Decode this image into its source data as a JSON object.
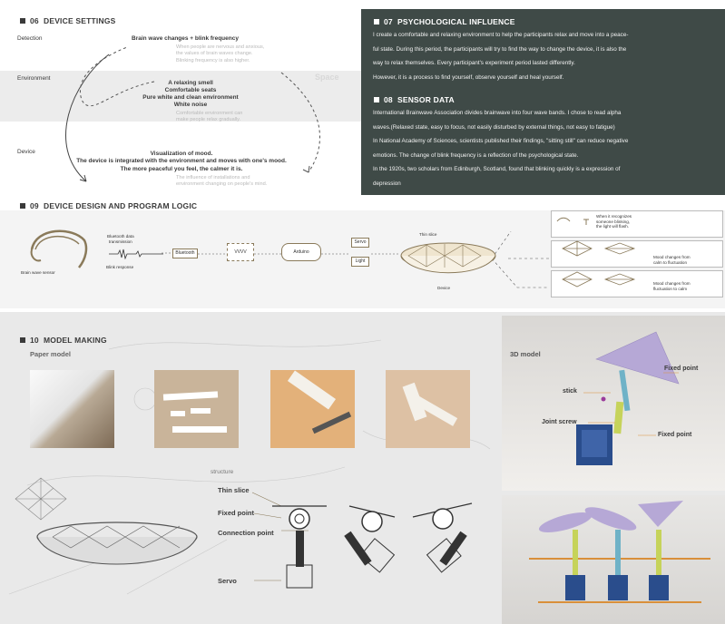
{
  "sections": {
    "s06": {
      "num": "06",
      "title": "DEVICE SETTINGS"
    },
    "s07": {
      "num": "07",
      "title": "PSYCHOLOGICAL INFLUENCE"
    },
    "s08": {
      "num": "08",
      "title": "SENSOR DATA"
    },
    "s09": {
      "num": "09",
      "title": "DEVICE DESIGN AND PROGRAM LOGIC"
    },
    "s10": {
      "num": "10",
      "title": "MODEL MAKING"
    }
  },
  "settings": {
    "row_detection": "Detection",
    "row_environment": "Environment",
    "row_device": "Device",
    "space_word": "Space",
    "detect_title": "Brain wave changes + blink frequency",
    "detect_note_1": "When people are nervous and anxious,",
    "detect_note_2": "the values of brain waves change.",
    "detect_note_3": "Blinking frequency is also higher.",
    "env_1": "A relaxing smell",
    "env_2": "Comfortable seats",
    "env_3": "Pure white and clean environment",
    "env_4": "White noise",
    "env_note_1": "Comfortable environment can",
    "env_note_2": "make people relax gradually.",
    "dev_1": "Visualization of mood.",
    "dev_2": "The device is integrated with the environment and moves with one's mood.",
    "dev_3": "The more peaceful you feel, the calmer it is.",
    "dev_note_1": "The influence of installations and",
    "dev_note_2": "environment changing on people's mind."
  },
  "psych": {
    "line1": "I create a comfortable and relaxing environment to help the participants relax and move into a peace-",
    "line2": "ful state.  During this period, the participants will try to find the way to change the device, it is also the",
    "line3": "way to relax themselves. Every participant's experiment period lasted differently.",
    "line4": "However, it is a process to find yourself, observe yourself and heal yourself."
  },
  "sensor": {
    "line1": "International Brainwave Association divides brainwave into four wave bands.  I chose to read alpha",
    "line2": "waves.(Relaxed state, easy to focus, not easily disturbed by external things, not easy to fatigue)",
    "line3": "In National Academy of Sciences, scientists published their findings, \"sitting still\" can reduce negative",
    "line4": "emotions. The change of blink frequency is  a reflection of the psychological state.",
    "line5": "In the 1920s, two scholars from Edinburgh, Scotland, found that  blinking quickly is a expression of",
    "line6": "depression"
  },
  "logic": {
    "sensor_label": "Brain wave sensor",
    "bt_data": "Bluetooth data",
    "bt_data2": "transmission",
    "blink": "Blink response",
    "bluetooth": "Bluetooth",
    "arduino": "Arduino",
    "servo": "Servo",
    "light": "Light",
    "thin_slice": "Thin slice",
    "device": "Device",
    "out1_a": "When it recognizes",
    "out1_b": "someone blinking,",
    "out1_c": "the light will flash.",
    "out2_a": "Mood changes from",
    "out2_b": "calm to fluctuation",
    "out3_a": "Mood changes from",
    "out3_b": "fluctuation to calm"
  },
  "model": {
    "paper_model": "Paper model",
    "model_3d": "3D model",
    "fixed_point_top": "Fixed point",
    "stick": "stick",
    "joint_screw": "Joint screw",
    "fixed_point_bottom": "Fixed point",
    "structure": "structure",
    "thin_slice": "Thin slice",
    "fixed_point": "Fixed point",
    "connection_point": "Connection point",
    "servo": "Servo"
  },
  "colors": {
    "dark_panel": "#3f4a47",
    "accent_brown": "#8a7a5a",
    "lavender": "#b6a8d6"
  }
}
